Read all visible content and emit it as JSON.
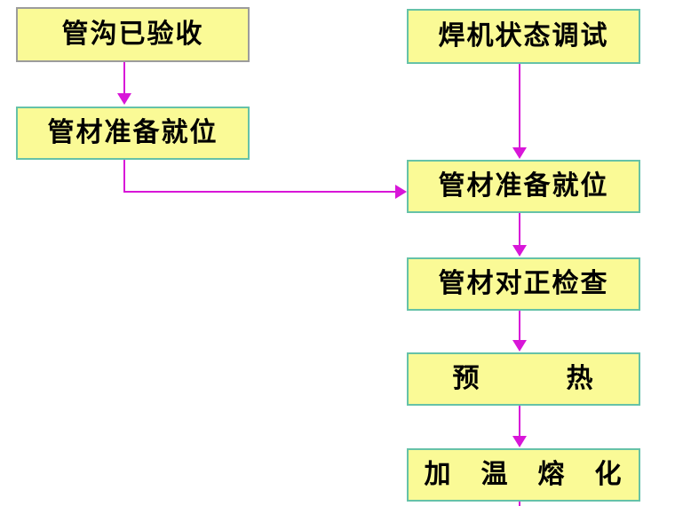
{
  "diagram": {
    "type": "flowchart",
    "nodes": [
      {
        "id": "l1",
        "label": "管沟已验收"
      },
      {
        "id": "l2",
        "label": "管材准备就位"
      },
      {
        "id": "r1",
        "label": "焊机状态调试"
      },
      {
        "id": "r2",
        "label": "管材准备就位"
      },
      {
        "id": "r3",
        "label": "管材对正检查"
      },
      {
        "id": "r4",
        "label": "预　　　热"
      },
      {
        "id": "r5",
        "label": "加　温　熔　化"
      }
    ],
    "edges": [
      {
        "from": "l1",
        "to": "l2"
      },
      {
        "from": "l2",
        "to": "r2"
      },
      {
        "from": "r1",
        "to": "r2"
      },
      {
        "from": "r2",
        "to": "r3"
      },
      {
        "from": "r3",
        "to": "r4"
      },
      {
        "from": "r4",
        "to": "r5"
      },
      {
        "from": "r5",
        "to": "continues-below-offscreen"
      }
    ],
    "colors": {
      "background": "#FFFFFF",
      "node_fill": "#FAFA96",
      "node_border_teal": "#66C2A8",
      "node_border_grey": "#9C9C9C",
      "arrow": "#D816D8",
      "text": "#000000"
    }
  }
}
